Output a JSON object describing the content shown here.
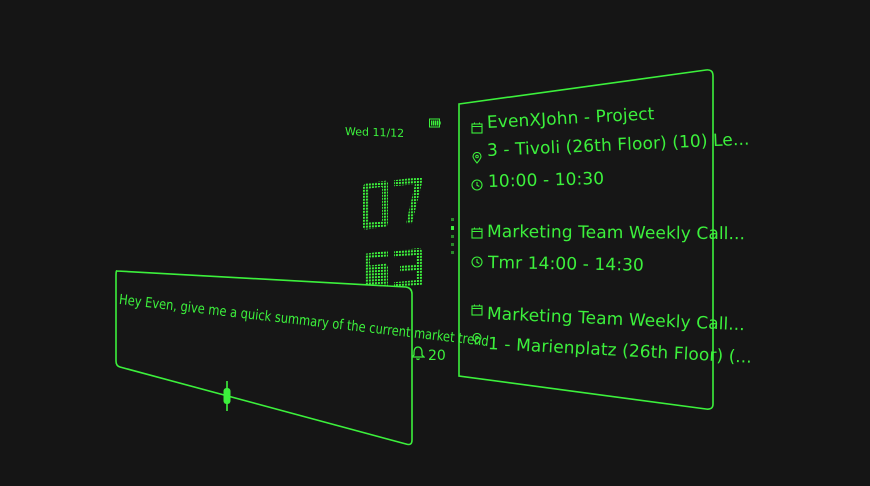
{
  "hud": {
    "date": "Wed 11/12",
    "clock_hours": "07",
    "clock_minutes": "53",
    "notification_count": "20",
    "battery_icon": "battery-icon",
    "alarm_icon": "bell-icon"
  },
  "calendar": {
    "events": [
      {
        "title": "EvenXJohn - Project",
        "location": "3 - Tivoli (26th Floor) (10) Le...",
        "time": "10:00 - 10:30"
      },
      {
        "title": "Marketing Team Weekly Call...",
        "time": "Tmr 14:00 - 14:30"
      },
      {
        "title": "Marketing Team Weekly Call...",
        "location": "1 - Marienplatz (26th Floor) (..."
      }
    ]
  },
  "assistant": {
    "prompt": "Hey Even, give me a quick summary of the current market trend",
    "mic_icon": "mic-icon"
  },
  "colors": {
    "accent": "#3cf03c",
    "background": "#151515"
  }
}
